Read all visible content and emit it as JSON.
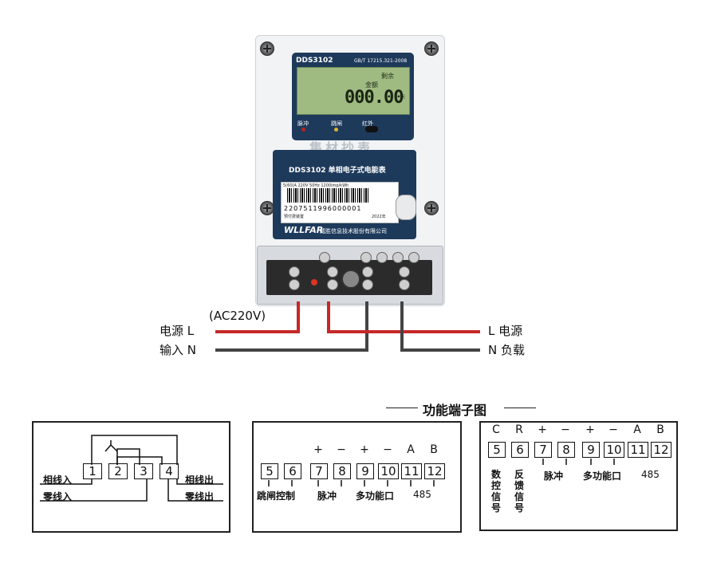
{
  "meter": {
    "model": "DDS3102",
    "standard": "GB/T 17215.321-2008",
    "lcd_label_remaining": "剩余",
    "lcd_label_amount": "金额",
    "lcd_value": "000.00",
    "lcd_unit": "元",
    "ind_pulse": "脉冲",
    "ind_trip": "跳闸",
    "ind_ir": "红外",
    "plate_title": "DDS3102  单相电子式电能表",
    "plate_spec": "5(60)A   220V   50Hz   1200imp/kWh",
    "plate_serial": "2207511996000001",
    "plate_type": "预付费装置",
    "plate_year": "2022年",
    "brand": "WLLFAR",
    "company": "威胜信息技术股份有限公司",
    "watermark": "集材抄表"
  },
  "wiring": {
    "source_label": "电源 L",
    "input_label": "输入 N",
    "voltage": "(AC220V)",
    "out_L": "L 电源",
    "out_N": "N 负载"
  },
  "diagram_title": "功能端子图",
  "main_terminals": {
    "nums": [
      "1",
      "2",
      "3",
      "4"
    ],
    "phase_in": "相线入",
    "neutral_in": "零线入",
    "phase_out": "相线出",
    "neutral_out": "零线出"
  },
  "aux_box_1": {
    "nums": [
      "5",
      "6",
      "7",
      "8",
      "9",
      "10",
      "11",
      "12"
    ],
    "signs": [
      "+",
      "−",
      "+",
      "−",
      "A",
      "B"
    ],
    "trip_control": "跳闸控制",
    "pulse": "脉冲",
    "multi_port": "多功能口",
    "rs485": "485"
  },
  "aux_box_2": {
    "top": [
      "C",
      "R",
      "+",
      "−",
      "+",
      "−",
      "A",
      "B"
    ],
    "nums": [
      "5",
      "6",
      "7",
      "8",
      "9",
      "10",
      "11",
      "12"
    ],
    "digital_control_signal": "数控信号",
    "feedback_signal": "反馈信号",
    "pulse": "脉冲",
    "multi_port": "多功能口",
    "rs485": "485"
  },
  "colors": {
    "wire_L": "#c62828",
    "wire_N": "#444444",
    "panel": "#1e3a5b",
    "lcd": "#9fbb82"
  }
}
